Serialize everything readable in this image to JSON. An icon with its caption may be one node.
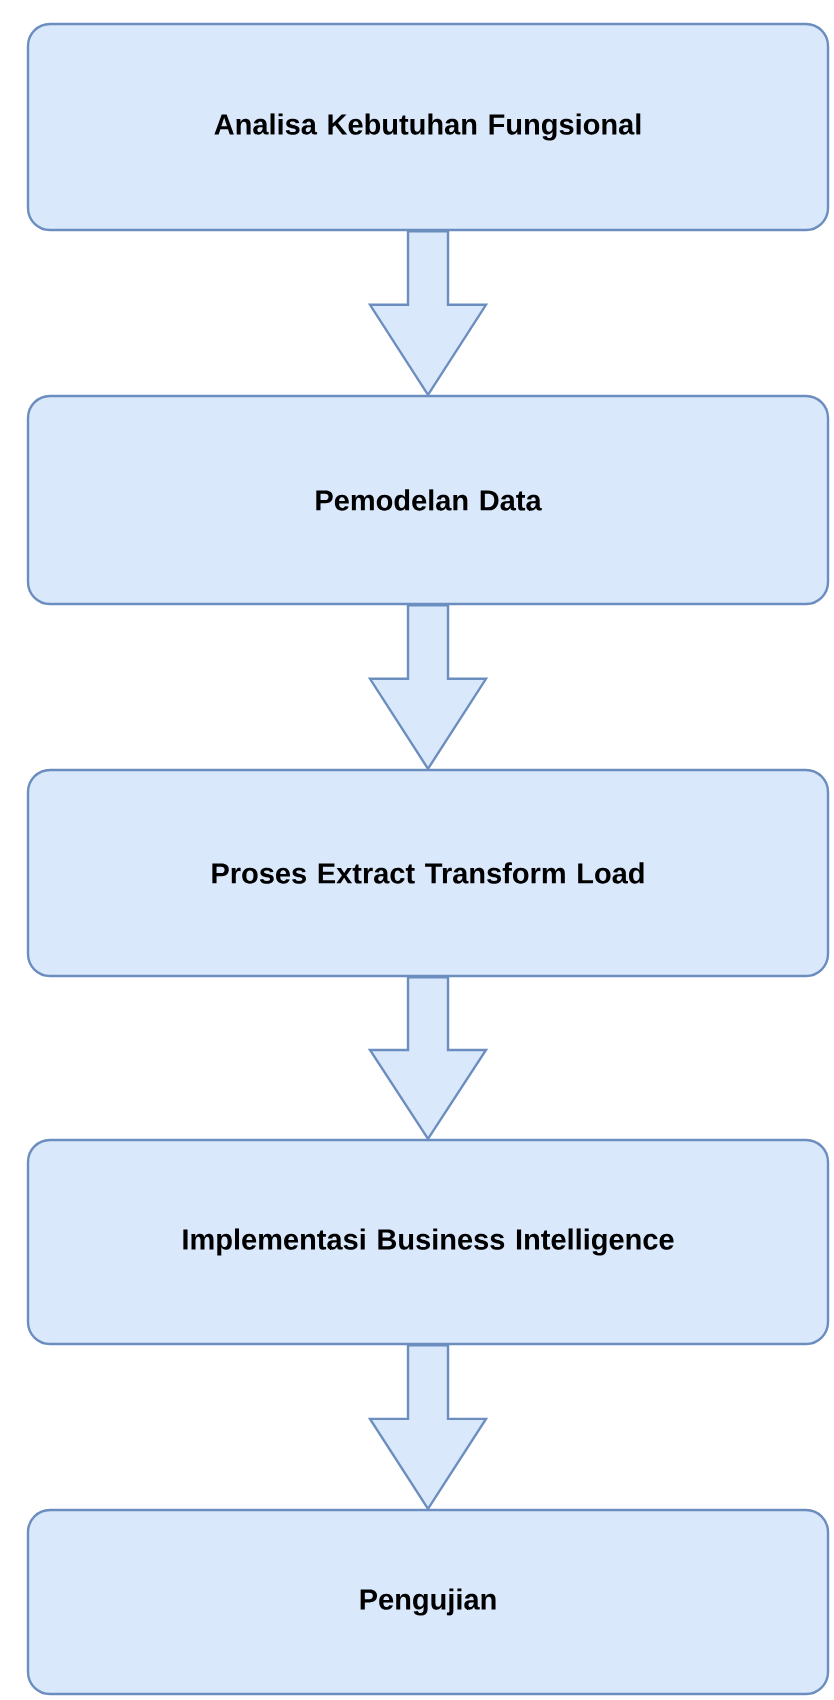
{
  "diagram": {
    "nodes": [
      {
        "text": [
          "Analisa Kebutuhan Fungsional"
        ]
      },
      {
        "text": [
          "Pemodelan Data"
        ]
      },
      {
        "text": [
          "Proses Extract Transform Load"
        ]
      },
      {
        "text": [
          "Implementasi Business Intelligence"
        ]
      },
      {
        "text": [
          "Pengujian"
        ]
      }
    ],
    "edges": [
      {
        "from": 0,
        "to": 1,
        "arrow": "to"
      },
      {
        "from": 1,
        "to": 2,
        "arrow": "to"
      },
      {
        "from": 2,
        "to": 3,
        "arrow": "to"
      },
      {
        "from": 3,
        "to": 4,
        "arrow": "to"
      }
    ]
  }
}
